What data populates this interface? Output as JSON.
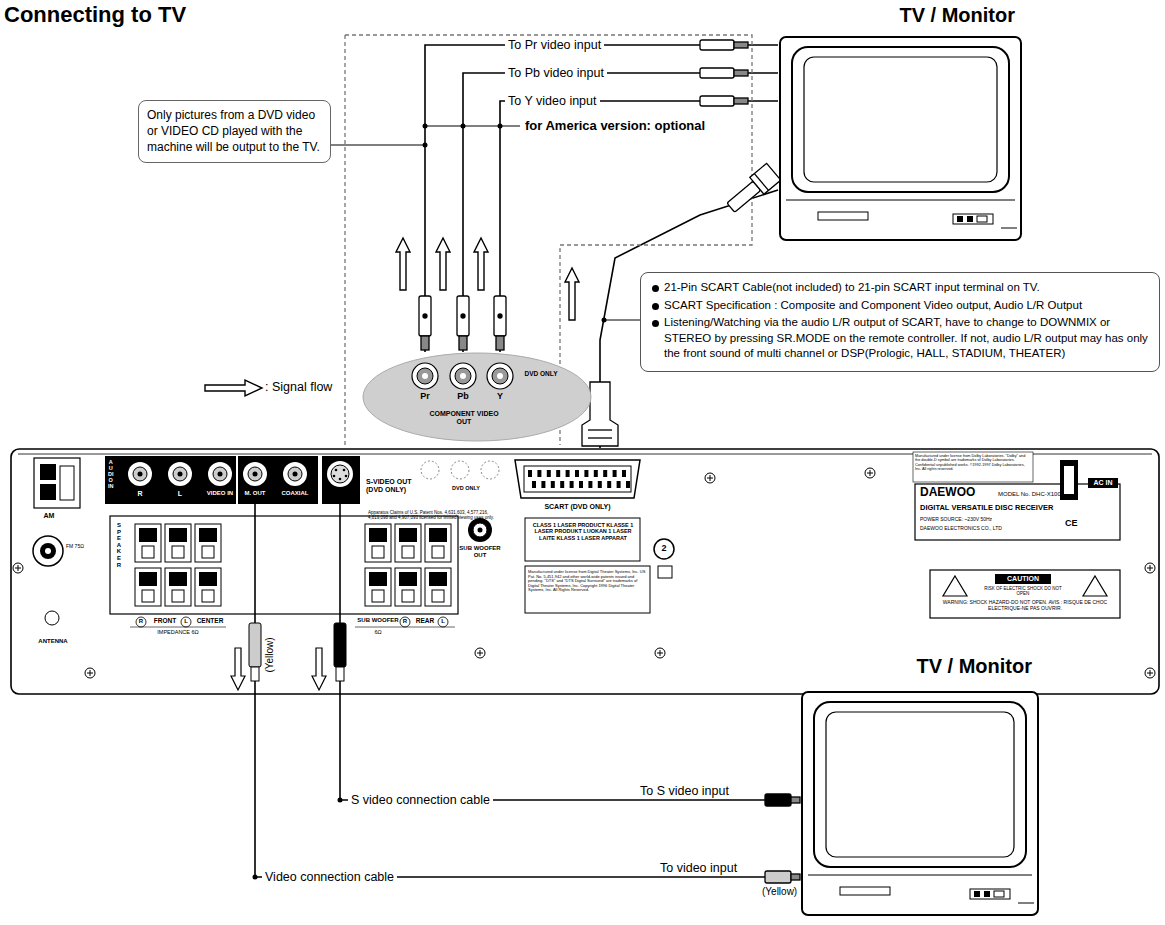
{
  "diagram": {
    "title": "Connecting to TV",
    "nodes": [
      {
        "text": [
          "TV / Monitor"
        ]
      },
      {
        "text": [
          "Only pictures from a DVD video or VIDEO CD played with the machine will be output to the TV."
        ]
      },
      {
        "text": [
          "Pr",
          "Pb",
          "Y",
          "DVD ONLY",
          "COMPONENT VIDEO OUT"
        ]
      },
      {
        "text": [
          "21-Pin SCART Cable(not included) to 21-pin SCART input terminal on TV.",
          "SCART Specification : Composite and Component Video output, Audio L/R Output",
          "Listening/Watching via the audio L/R output of SCART, have to change to DOWNMIX or STEREO by pressing SR.MODE on the remote controller. If not, audio L/R output may has only the front sound of multi channel or DSP(Prologic, HALL, STADIUM, THEATER)"
        ]
      },
      {
        "text": [
          "AUDIO IN",
          "R",
          "L",
          "VIDEO IN",
          "M. OUT",
          "COAXIAL",
          "S-VIDEO OUT (DVD ONLY)",
          "DVD ONLY",
          "SCART (DVD ONLY)",
          "Manufactured under license from Dolby Laboratories. \"Dolby\" and the double-D symbol are trademarks of Dolby Laboratories. Confidential unpublished works. ©1992-1997 Dolby Laboratories, Inc. All rights reserved.",
          "AC IN",
          "DAEWOO",
          "MODEL No. DHC-X100",
          "DIGITAL VERSATILE DISC RECEIVER",
          "POWER SOURCE: ~230V 50Hz",
          "DAEWOO ELECTRONICS CO., LTD",
          "CE",
          "AM",
          "FM 75Ω",
          "SPEAKER",
          "Apparatus Claims of U.S. Patent Nos. 4,631,603, 4,577,216, 4,819,098 and 4,907,093 licensed for limited viewing uses only.",
          "SUB WOOFER OUT",
          "CLASS 1 LASER PRODUCT KLASSE 1 LASER PRODUKT LUOKAN 1 LASER LAITE KLASS 1 LASER APPARAT",
          "2",
          "R",
          "FRONT",
          "L",
          "CENTER",
          "SUB WOOFER",
          "R",
          "REAR",
          "L",
          "IMPEDANCE 6Ω",
          "6Ω",
          "Manufactured under license from Digital Theater Systems, Inc. US Pat. No. 5,451,942 and other world-wide patents issued and pending. \"DTS\" and \"DTS Digital Surround\" are trademarks of Digital Theater Systems, Inc. Copyright 1996 Digital Theater Systems, Inc. All Rights Reserved.",
          "CAUTION",
          "RISK OF ELECTRIC SHOCK DO NOT OPEN",
          "WARNING: SHOCK HAZARD-DO NOT OPEN. AVIS : RISQUE DE CHOC ELECTRIQUE-NE PAS OUVRIR.",
          "ANTENNA"
        ]
      },
      {
        "text": [
          "TV / Monitor"
        ]
      }
    ],
    "edges": [
      {
        "from": 2,
        "to": 0,
        "label": "To Pr video input",
        "arrow": "none"
      },
      {
        "from": 2,
        "to": 0,
        "label": "To Pb video input",
        "arrow": "none"
      },
      {
        "from": 2,
        "to": 0,
        "label": "To Y video input",
        "arrow": "none"
      },
      {
        "from": 4,
        "to": 0,
        "arrow": "none"
      },
      {
        "from": 4,
        "to": 5,
        "label": "S video connection cable",
        "arrow": "none"
      },
      {
        "from": 4,
        "to": 5,
        "label": "Video connection cable",
        "arrow": "none"
      }
    ],
    "labels": [
      "for America version: optional",
      "To S video input",
      "To video input",
      "(Yellow)",
      "(Yellow)"
    ],
    "legend": [
      {
        "text": ": Signal flow"
      }
    ]
  }
}
